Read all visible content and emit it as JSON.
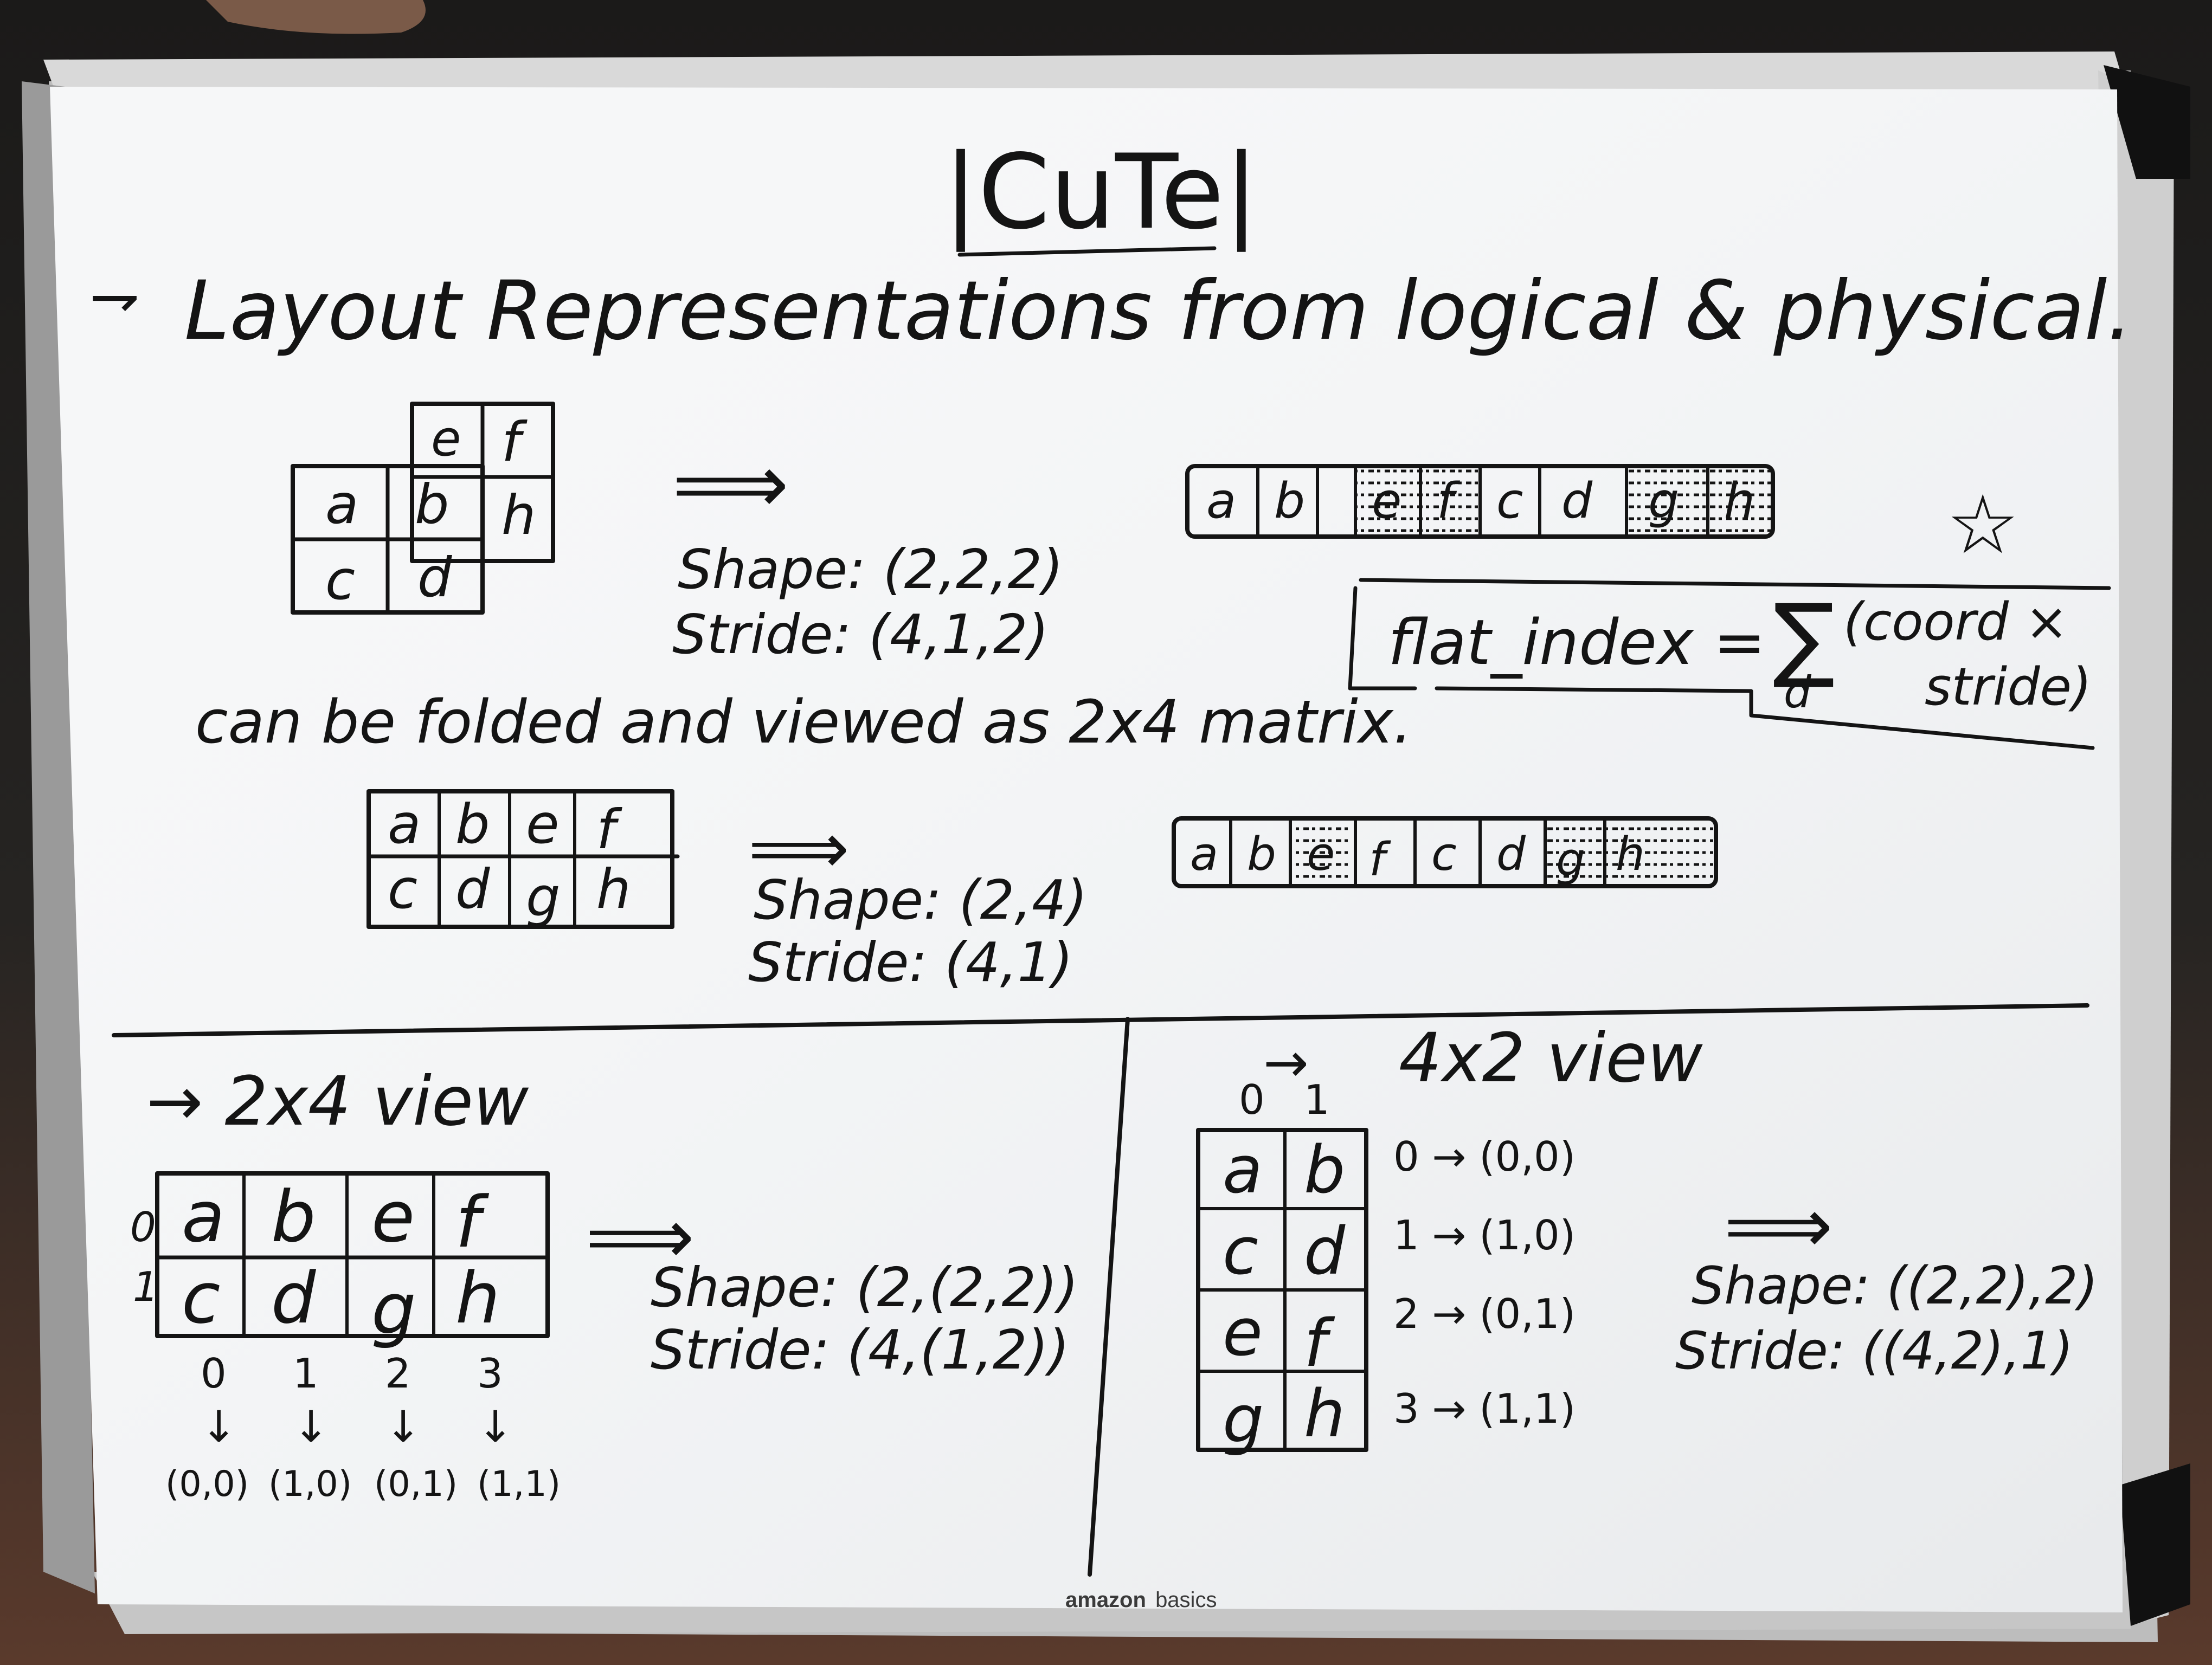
{
  "board": {
    "title": "|CuTe|",
    "heading": "Layout Representations from logical & physical.",
    "brand_name": "amazon",
    "brand_suffix": "basics"
  },
  "section_1": {
    "cube_cells_front": [
      "a",
      "b",
      "c",
      "d"
    ],
    "cube_cells_back": [
      "e",
      "f",
      "h"
    ],
    "shape": "Shape: (2,2,2)",
    "stride": "Stride: (4,1,2)",
    "memory_row": [
      "a",
      "b",
      "e",
      "f",
      "c",
      "d",
      "g",
      "h"
    ],
    "star": "☆",
    "formula_lhs": "flat_index =",
    "formula_sum": "∑",
    "formula_sub": "d",
    "formula_rhs_1": "(coord ×",
    "formula_rhs_2": "stride)"
  },
  "section_2": {
    "caption": "can be folded and viewed as 2x4 matrix.",
    "matrix_row_1": [
      "a",
      "b",
      "e",
      "f"
    ],
    "matrix_row_2": [
      "c",
      "d",
      "g",
      "h"
    ],
    "shape": "Shape: (2,4)",
    "stride": "Stride: (4,1)",
    "memory_row": [
      "a",
      "b",
      "e",
      "f",
      "c",
      "d",
      "g",
      "h"
    ]
  },
  "section_3": {
    "heading": "→ 2x4 view",
    "row_labels": [
      "0",
      "1"
    ],
    "matrix_row_1": [
      "a",
      "b",
      "e",
      "f"
    ],
    "matrix_row_2": [
      "c",
      "d",
      "g",
      "h"
    ],
    "col_indices": [
      "0",
      "1",
      "2",
      "3"
    ],
    "col_coords": [
      "(0,0)",
      "(1,0)",
      "(0,1)",
      "(1,1)"
    ],
    "shape": "Shape: (2,(2,2))",
    "stride": "Stride: (4,(1,2))"
  },
  "section_4": {
    "heading": "4x2 view",
    "col_labels": [
      "0",
      "1"
    ],
    "matrix_rows": [
      [
        "a",
        "b"
      ],
      [
        "c",
        "d"
      ],
      [
        "e",
        "f"
      ],
      [
        "g",
        "h"
      ]
    ],
    "row_maps": [
      "0 → (0,0)",
      "1 → (1,0)",
      "2 → (0,1)",
      "3 → (1,1)"
    ],
    "shape": "Shape: ((2,2),2)",
    "stride": "Stride: ((4,2),1)"
  }
}
